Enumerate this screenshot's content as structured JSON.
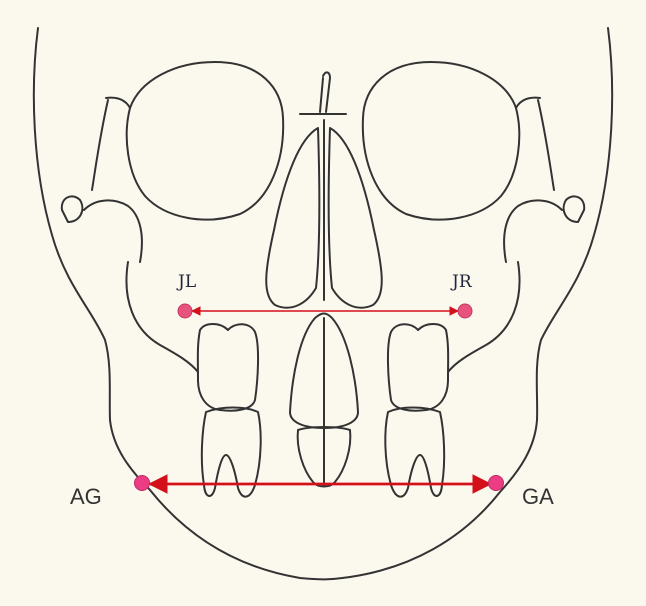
{
  "colors": {
    "paper": "#fbf9ee",
    "outline": "#333333",
    "arrow_red": "#d4111b",
    "landmark_pink": "#e7537d",
    "label_text": "#22253a"
  },
  "landmarks": {
    "jl": {
      "label": "JL",
      "icon": "jugale-point-left"
    },
    "jr": {
      "label": "JR",
      "icon": "jugale-point-right"
    },
    "ag": {
      "label": "AG",
      "icon": "antegonial-point-left"
    },
    "ga": {
      "label": "GA",
      "icon": "antegonial-point-right"
    }
  },
  "measurements": [
    {
      "name": "maxillary-width",
      "from": "JL",
      "to": "JR",
      "icon": "double-headed-arrow"
    },
    {
      "name": "mandibular-width",
      "from": "AG",
      "to": "GA",
      "icon": "double-headed-arrow"
    }
  ]
}
